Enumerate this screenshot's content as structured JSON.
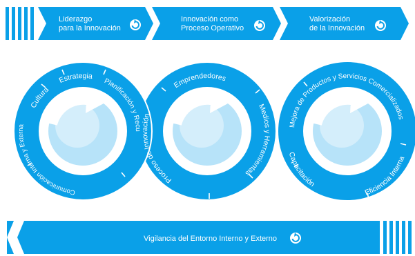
{
  "colors": {
    "primary": "#0aa0e8",
    "inner_light": "#b7e3f9",
    "inner_pale": "#e9f6fd",
    "white": "#ffffff"
  },
  "top_banners": [
    {
      "line1": "Liderazgo",
      "line2": "para la Innovación"
    },
    {
      "line1": "Innovación como",
      "line2": "Proceso Operativo"
    },
    {
      "line1": "Valorización",
      "line2": "de la Innovación"
    }
  ],
  "cycles": [
    {
      "labels": {
        "cultura": "Cultura",
        "estrategia": "Estrategia",
        "planificacion": "Planificación y Recursos Financieros",
        "comunicacion": "Comunicación Interna y Externa"
      }
    },
    {
      "labels": {
        "emprendedores": "Emprendedores",
        "medios": "Medios y Herramientas",
        "proceso": "Proceso de Innovación"
      }
    },
    {
      "labels": {
        "mejora": "Mejora de Productos y Servicios Comercializados",
        "eficiencia": "Eficiencia Interna",
        "capacitacion": "Capacitación"
      }
    }
  ],
  "bottom_banner": {
    "label": "Vigilancia del Entorno Interno y Externo"
  },
  "icons": [
    "cycle-icon",
    "cycle-icon",
    "cycle-icon",
    "cycle-icon"
  ]
}
